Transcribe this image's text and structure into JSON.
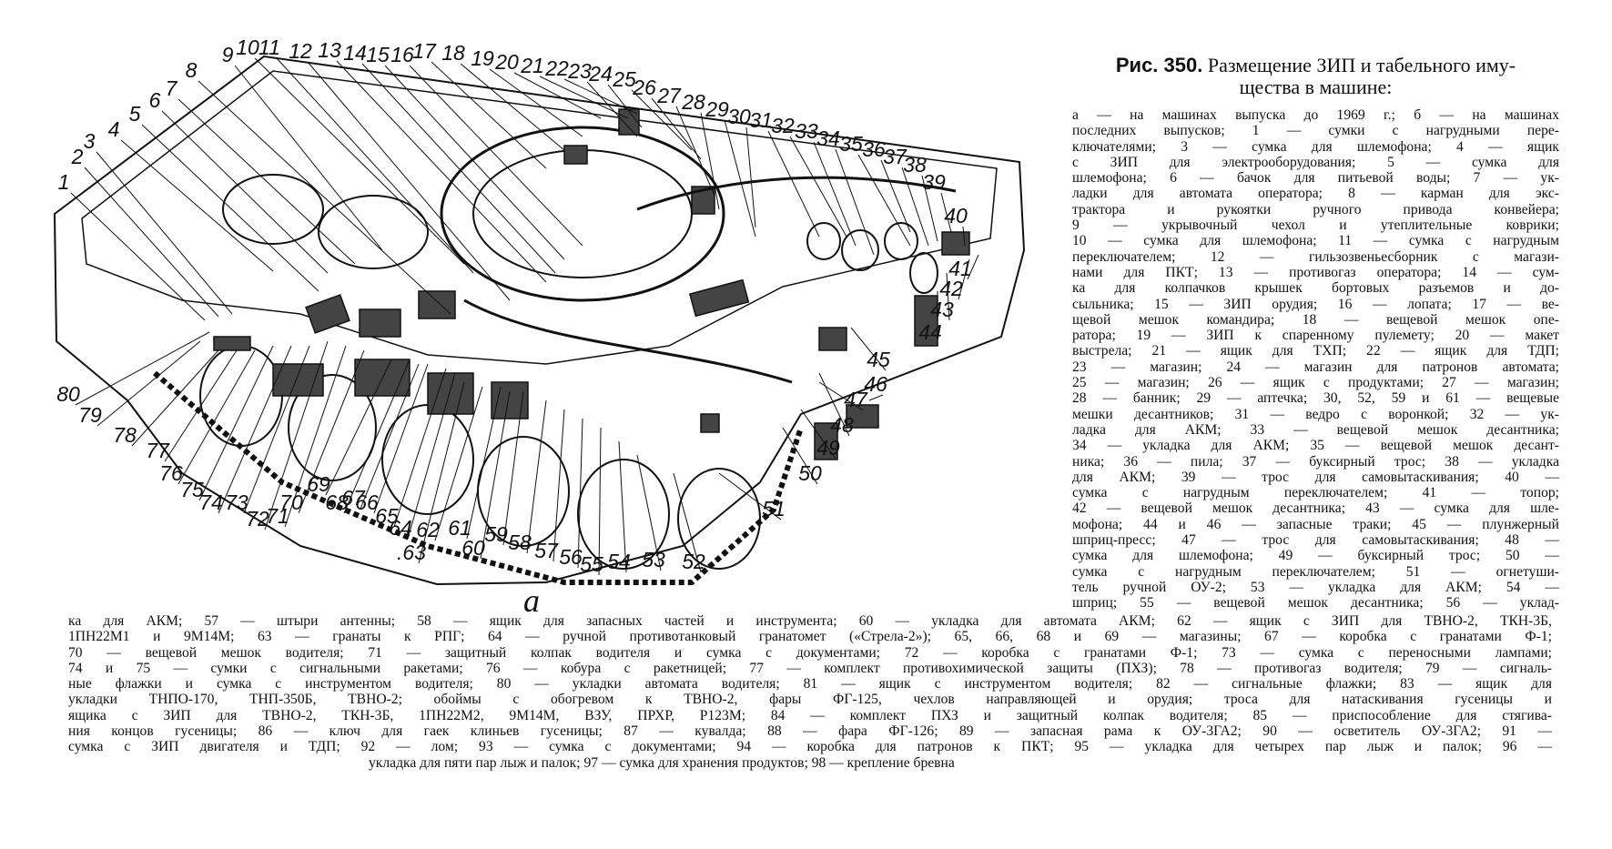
{
  "figure": {
    "sublabel": "а",
    "callouts": [
      "1",
      "2",
      "3",
      "4",
      "5",
      "6",
      "7",
      "8",
      "9",
      "10",
      "11",
      "12",
      "13",
      "14",
      "15",
      "16",
      "17",
      "18",
      "19",
      "20",
      "21",
      "22",
      "23",
      "24",
      "25",
      "26",
      "27",
      "28",
      "29",
      "30",
      "31",
      "32",
      "33",
      "34",
      "35",
      "36",
      "37",
      "38",
      "39",
      "40",
      "41",
      "42",
      "43",
      "44",
      "45",
      "46",
      "47",
      "48",
      "49",
      "50",
      "51",
      "52",
      "53",
      "54",
      "55",
      "56",
      "57",
      "58",
      "59",
      "60",
      "61",
      "62",
      ".63",
      "64",
      "65",
      "66",
      "67",
      "68",
      "69",
      "70",
      "71",
      "72",
      "73",
      "74",
      "75",
      "76",
      "77",
      "78",
      "79",
      "80"
    ]
  },
  "caption": {
    "title_bold": "Рис. 350.",
    "title_rest_line1": "Размещение ЗИП и табельного иму-",
    "title_rest_line2": "щества в машине:",
    "lines": [
      "а — на машинах выпуска до 1969 г.; б — на машинах",
      "последних выпусков; 1 — сумки с нагрудными пере-",
      "ключателями; 3 — сумка для шлемофона; 4 — ящик",
      "с ЗИП для электрооборудования; 5 — сумка для",
      "шлемофона; 6 — бачок для питьевой воды; 7 — ук-",
      "ладки для автомата оператора; 8 — карман для экс-",
      "трактора и рукоятки ручного привода конвейера;",
      "9 — укрывочный чехол и утеплительные коврики;",
      "10 — сумка для шлемофона; 11 — сумка с нагрудным",
      "переключателем; 12 — гильзозвеньесборник с магази-",
      "нами для ПКТ; 13 — противогаз оператора; 14 — сум-",
      "ка для колпачков крышек бортовых разъемов и до-",
      "сыльника; 15 — ЗИП орудия; 16 — лопата; 17 — ве-",
      "щевой мешок командира; 18 — вещевой мешок опе-",
      "ратора; 19 — ЗИП к спаренному пулемету; 20 — макет",
      "выстрела; 21 — ящик для ТХП; 22 — ящик для ТДП;",
      "23 — магазин; 24 — магазин для патронов автомата;",
      "25 — магазин; 26 — ящик с продуктами; 27 — магазин;",
      "28 — банник; 29 — аптечка; 30, 52, 59 и 61 — вещевые",
      "мешки десантников; 31 — ведро с воронкой; 32 — ук-",
      "ладка для АКМ; 33 — вещевой мешок десантника;",
      "34 — укладка для АКМ; 35 — вещевой мешок десант-",
      "ника; 36 — пила; 37 — буксирный трос; 38 — укладка",
      "для АКМ; 39 — трос для самовытаскивания; 40 —",
      "сумка с нагрудным переключателем; 41 — топор;",
      "42 — вещевой мешок десантника; 43 — сумка для шле-",
      "мофона; 44 и 46 — запасные траки; 45 — плунжерный",
      "шприц-пресс; 47 — трос для самовытаскивания; 48 —",
      "сумка для шлемофона; 49 — буксирный трос; 50 —",
      "сумка с нагрудным переключателем; 51 — огнетуши-",
      "тель ручной ОУ-2; 53 — укладка для АКМ; 54 —",
      "шприц; 55 — вещевой мешок десантника; 56 — уклад-"
    ]
  },
  "bottom_text": {
    "lines": [
      "ка для АКМ; 57 — штыри антенны; 58 — ящик для запасных частей и инструмента; 60 — укладка для автомата АКМ; 62 — ящик с ЗИП для ТВНО-2, ТКН-3Б,",
      "1ПН22М1 и 9М14М; 63 — гранаты к РПГ; 64 — ручной противотанковый гранатомет («Стрела-2»); 65, 66, 68 и 69 — магазины; 67 — коробка с гранатами Ф-1;",
      "70 — вещевой мешок водителя; 71 — защитный колпак водителя и сумка с документами; 72 — коробка с гранатами Ф-1; 73 — сумка с переносными лампами;",
      "74 и 75 — сумки с сигнальными ракетами; 76 — кобура с ракетницей; 77 — комплект противохимической защиты (ПХЗ); 78 — противогаз водителя; 79 — сигналь-",
      "ные флажки и сумка с инструментом водителя; 80 — укладки автомата водителя; 81 — ящик с инструментом водителя; 82 — сигнальные флажки; 83 — ящик для",
      "укладки ТНПО-170, ТНП-350Б, ТВНО-2; обоймы с обогревом к ТВНО-2, фары ФГ-125, чехлов направляющей и орудия; троса для натаскивания гусеницы и",
      "ящика с ЗИП для ТВНО-2, ТКН-3Б, 1ПН22М2, 9М14М, ВЗУ, ПРХР, Р123М; 84 — комплект ПХЗ и защитный колпак водителя; 85 — приспособление для стягива-",
      "ния концов гусеницы; 86 — ключ для гаек клиньев гусеницы; 87 — кувалда; 88 — фара ФГ-126; 89 — запасная рама к ОУ-3ГА2; 90 — осветитель ОУ-3ГА2; 91 —",
      "сумка с ЗИП двигателя и ТДП; 92 — лом; 93 — сумка с документами; 94 — коробка для патронов к ПКТ; 95 — укладка для четырех пар лыж и палок; 96 —",
      "укладка для пяти пар лыж и палок; 97 — сумка для хранения продуктов; 98 — крепление бревна"
    ]
  }
}
